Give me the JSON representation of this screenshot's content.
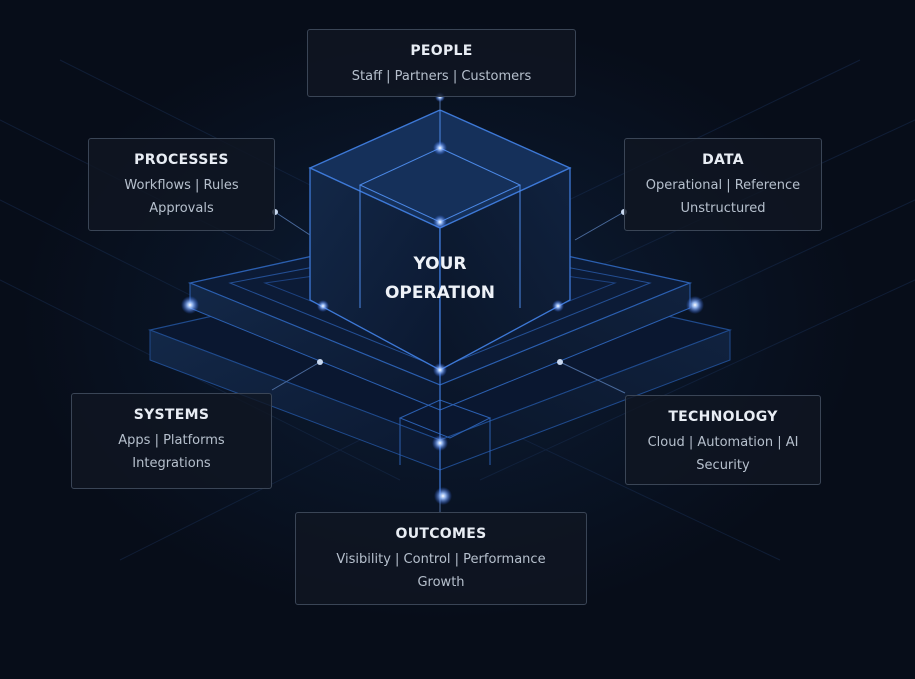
{
  "center": {
    "line1": "YOUR",
    "line2": "OPERATION"
  },
  "nodes": {
    "people": {
      "title": "PEOPLE",
      "lines": [
        "Staff | Partners | Customers"
      ]
    },
    "processes": {
      "title": "PROCESSES",
      "lines": [
        "Workflows | Rules",
        "Approvals"
      ]
    },
    "data": {
      "title": "DATA",
      "lines": [
        "Operational | Reference",
        "Unstructured"
      ]
    },
    "systems": {
      "title": "SYSTEMS",
      "lines": [
        "Apps | Platforms",
        "Integrations"
      ]
    },
    "technology": {
      "title": "TECHNOLOGY",
      "lines": [
        "Cloud | Automation | AI",
        "Security"
      ]
    },
    "outcomes": {
      "title": "OUTCOMES",
      "lines": [
        "Visibility | Control | Performance",
        "Growth"
      ]
    }
  },
  "colors": {
    "background": "#070d19",
    "accent_glow": "#4f8dff",
    "line": "#2a4f8f",
    "box_border": "#3a4556"
  }
}
